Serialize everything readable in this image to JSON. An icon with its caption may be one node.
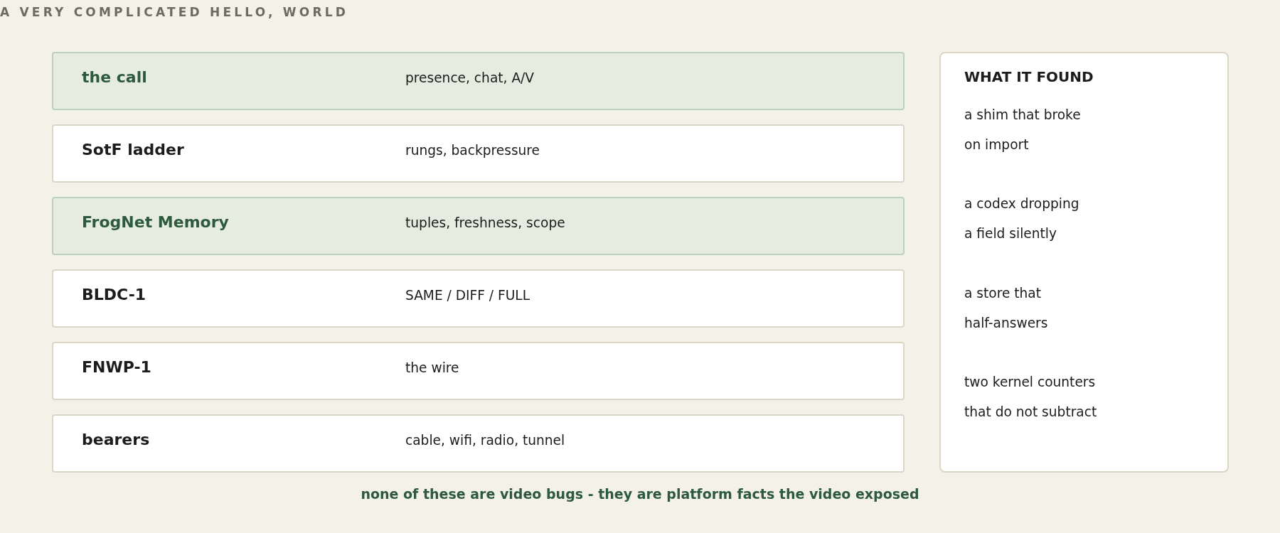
{
  "diagram": {
    "title": "A VERY COMPLICATED HELLO, WORLD",
    "caption": "none of these are video bugs - they are platform facts the video exposed",
    "nodes": [
      {
        "text": [
          "the call",
          "presence, chat, A/V"
        ]
      },
      {
        "text": [
          "SotF ladder",
          "rungs, backpressure"
        ]
      },
      {
        "text": [
          "FrogNet Memory",
          "tuples, freshness, scope"
        ]
      },
      {
        "text": [
          "BLDC-1",
          "SAME / DIFF / FULL"
        ]
      },
      {
        "text": [
          "FNWP-1",
          "the wire"
        ]
      },
      {
        "text": [
          "bearers",
          "cable, wifi, radio, tunnel"
        ]
      },
      {
        "text": [
          "WHAT IT FOUND",
          "a shim that broke on import",
          "a codex dropping a field silently",
          "a store that half-answers",
          "two kernel counters that do not subtract"
        ]
      }
    ]
  }
}
